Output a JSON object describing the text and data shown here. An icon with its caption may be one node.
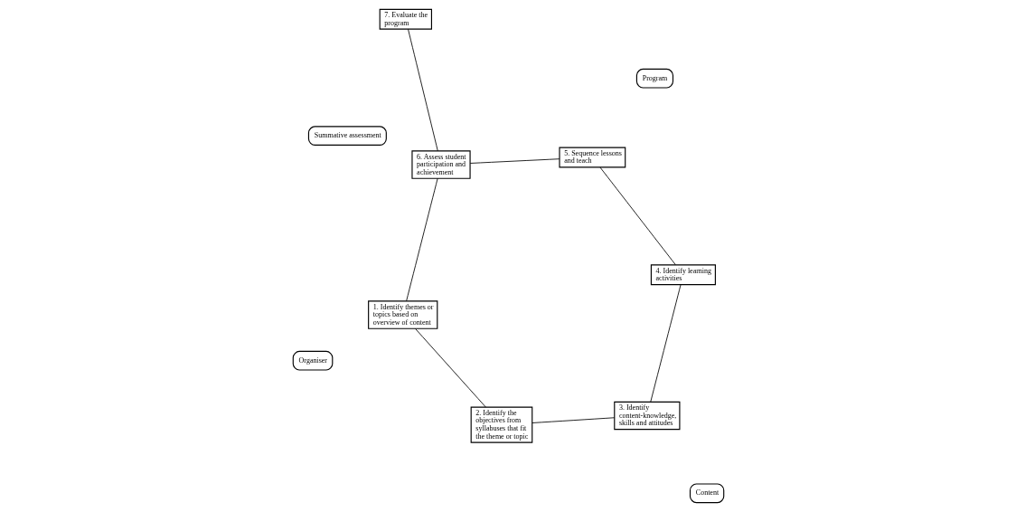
{
  "diagram": {
    "nodes": [
      {
        "text": [
          "1. Identify themes or topics based on overview of content"
        ]
      },
      {
        "text": [
          "2. Identify the objectives from syllabuses that fit the theme or topic"
        ]
      },
      {
        "text": [
          "3. Identify content-knowledge, skills and attitudes"
        ]
      },
      {
        "text": [
          "4. Identify learning activities"
        ]
      },
      {
        "text": [
          "5. Sequence lessons and teach"
        ]
      },
      {
        "text": [
          "6. Assess student participation and achievement"
        ]
      },
      {
        "text": [
          "7. Evaluate the program"
        ]
      },
      {
        "text": [
          "Organiser"
        ]
      },
      {
        "text": [
          "Content"
        ]
      },
      {
        "text": [
          "Program"
        ]
      },
      {
        "text": [
          "Summative assessment"
        ]
      }
    ],
    "edges": [
      {
        "from": 0,
        "to": 1,
        "arrow": "none"
      },
      {
        "from": 1,
        "to": 2,
        "arrow": "none"
      },
      {
        "from": 2,
        "to": 3,
        "arrow": "none"
      },
      {
        "from": 3,
        "to": 4,
        "arrow": "none"
      },
      {
        "from": 4,
        "to": 5,
        "arrow": "none"
      },
      {
        "from": 5,
        "to": 0,
        "arrow": "none"
      },
      {
        "from": 6,
        "to": 5,
        "arrow": "none"
      }
    ]
  }
}
